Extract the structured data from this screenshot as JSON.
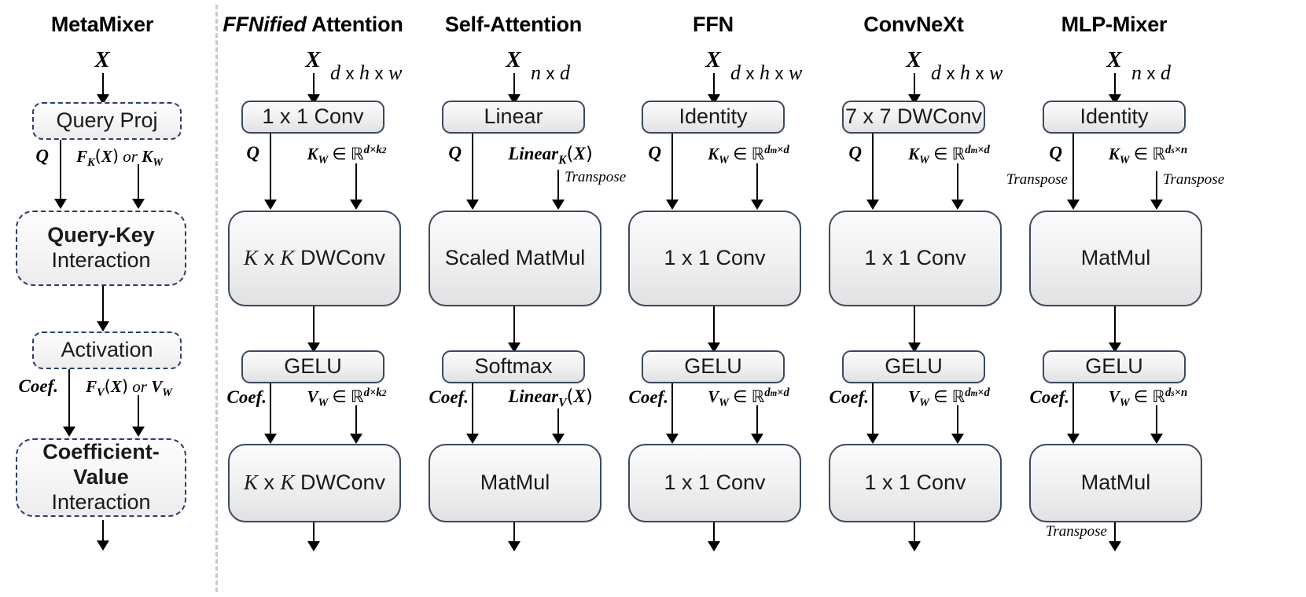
{
  "figure": {
    "separator_color": "#c9c9c9",
    "box_border_color": "#3c4a60",
    "dashed_border_color": "#2c3e66"
  },
  "columns": [
    {
      "id": "metamixer",
      "title": "MetaMixer",
      "title_html": "MetaMixer",
      "input_symbol": "X",
      "input_dims": "",
      "style": "dashed",
      "stage1_label": "Query Proj",
      "left_branch_label": "Q",
      "right_branch_label_top": "F",
      "right_branch_label_full": "F_K(X) or K_W",
      "stage2_label_bold": "Query-Key",
      "stage2_label_rest": "Interaction",
      "stage3_label": "Activation",
      "coef_label": "Coef.",
      "right_branch_label2_full": "F_V(X) or V_W",
      "stage4_label_bold": "Coefficient-Value",
      "stage4_label_rest": "Interaction"
    },
    {
      "id": "ffnified-attention",
      "title": "FFNified Attention",
      "title_italic_part": "FFNified",
      "title_rest": " Attention",
      "input_symbol": "X",
      "input_dims": "d x h x w",
      "style": "solid",
      "stage1_label": "1 x 1 Conv",
      "left_branch_label": "Q",
      "key_label": "K_W ∈ R^{d×k²}",
      "stage2_label": "K x K DWConv",
      "stage2_is_math": true,
      "stage3_label": "GELU",
      "coef_label": "Coef.",
      "value_label": "V_W ∈ R^{d×k²}",
      "stage4_label": "K x K DWConv",
      "stage4_is_math": true,
      "transpose_key": "",
      "transpose_q": "",
      "transpose_out": ""
    },
    {
      "id": "self-attention",
      "title": "Self-Attention",
      "input_symbol": "X",
      "input_dims": "n x d",
      "style": "solid",
      "stage1_label": "Linear",
      "left_branch_label": "Q",
      "key_label": "Linear_K(X)",
      "transpose_key": "Transpose",
      "stage2_label": "Scaled MatMul",
      "stage3_label": "Softmax",
      "coef_label": "Coef.",
      "value_label": "Linear_V(X)",
      "stage4_label": "MatMul"
    },
    {
      "id": "ffn",
      "title": "FFN",
      "input_symbol": "X",
      "input_dims": "d x h x w",
      "style": "solid",
      "stage1_label": "Identity",
      "left_branch_label": "Q",
      "key_label": "K_W ∈ R^{d_m×d}",
      "stage2_label": "1 x 1 Conv",
      "stage3_label": "GELU",
      "coef_label": "Coef.",
      "value_label": "V_W ∈ R^{d_m×d}",
      "stage4_label": "1 x 1 Conv"
    },
    {
      "id": "convnext",
      "title": "ConvNeXt",
      "input_symbol": "X",
      "input_dims": "d x h x w",
      "style": "solid",
      "stage1_label": "7 x 7 DWConv",
      "left_branch_label": "Q",
      "key_label": "K_W ∈ R^{d_m×d}",
      "stage2_label": "1 x 1 Conv",
      "stage3_label": "GELU",
      "coef_label": "Coef.",
      "value_label": "V_W ∈ R^{d_m×d}",
      "stage4_label": "1 x 1 Conv"
    },
    {
      "id": "mlp-mixer",
      "title": "MLP-Mixer",
      "input_symbol": "X",
      "input_dims": "n x d",
      "style": "solid",
      "stage1_label": "Identity",
      "left_branch_label": "Q",
      "key_label": "K_W ∈ R^{d_s×n}",
      "transpose_q": "Transpose",
      "transpose_key": "Transpose",
      "stage2_label": "MatMul",
      "stage3_label": "GELU",
      "coef_label": "Coef.",
      "value_label": "V_W ∈ R^{d_s×n}",
      "stage4_label": "MatMul",
      "transpose_out": "Transpose"
    }
  ],
  "shared": {
    "q_label": "Q",
    "coef_label": "Coef.",
    "transpose_label": "Transpose",
    "dim_dhw": "d x h x w",
    "dim_nd": "n x d"
  }
}
